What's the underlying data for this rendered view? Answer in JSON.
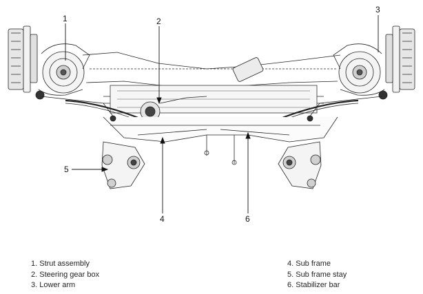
{
  "callouts": {
    "c1": "1",
    "c2": "2",
    "c3": "3",
    "c4": "4",
    "c5": "5",
    "c6": "6"
  },
  "legend": {
    "items": [
      "1. Strut assembly",
      "2. Steering gear box",
      "3. Lower arm",
      "4. Sub frame",
      "5. Sub frame stay",
      "6. Stabilizer bar"
    ]
  },
  "colors": {
    "line": "#222222",
    "shade": "#d9d9d9",
    "dark": "#555555"
  }
}
